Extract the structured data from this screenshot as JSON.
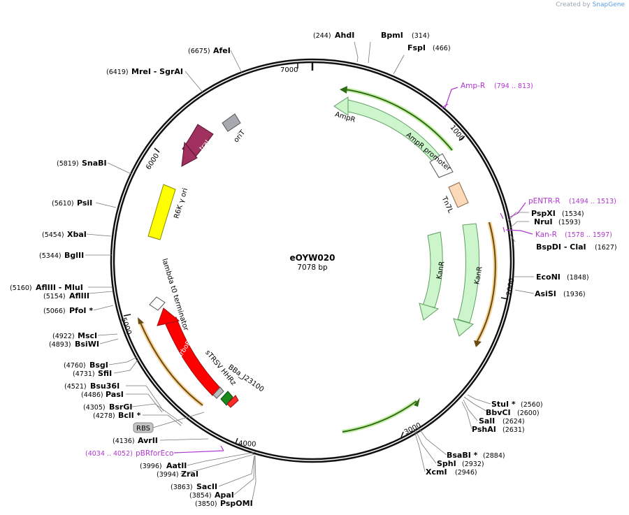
{
  "credit": {
    "prefix": "Created by",
    "brand": "SnapGene"
  },
  "plasmid": {
    "name": "eOYW020",
    "length_label": "7078 bp"
  },
  "ticks": [
    "1000",
    "2000",
    "3000",
    "4000",
    "5000",
    "6000",
    "7000"
  ],
  "sites": [
    {
      "name": "AhdI",
      "pos": "(244)"
    },
    {
      "name": "BpmI",
      "pos": "(314)"
    },
    {
      "name": "FspI",
      "pos": "(466)"
    },
    {
      "name": "PspXI",
      "pos": "(1534)"
    },
    {
      "name": "NruI",
      "pos": "(1593)"
    },
    {
      "name": "BspDI - ClaI",
      "pos": "(1627)"
    },
    {
      "name": "EcoNI",
      "pos": "(1848)"
    },
    {
      "name": "AsiSI",
      "pos": "(1936)"
    },
    {
      "name": "StuI *",
      "pos": "(2560)"
    },
    {
      "name": "BbvCI",
      "pos": "(2600)"
    },
    {
      "name": "SalI",
      "pos": "(2624)"
    },
    {
      "name": "PshAI",
      "pos": "(2631)"
    },
    {
      "name": "BsaBI *",
      "pos": "(2884)"
    },
    {
      "name": "SphI",
      "pos": "(2932)"
    },
    {
      "name": "XcmI",
      "pos": "(2946)"
    },
    {
      "name": "AatII",
      "pos": "(3996)"
    },
    {
      "name": "ZraI",
      "pos": "(3994)"
    },
    {
      "name": "SacII",
      "pos": "(3863)"
    },
    {
      "name": "ApaI",
      "pos": "(3854)"
    },
    {
      "name": "PspOMI",
      "pos": "(3850)"
    },
    {
      "name": "AvrII",
      "pos": "(4136)"
    },
    {
      "name": "BsrGI",
      "pos": "(4305)"
    },
    {
      "name": "BclI *",
      "pos": "(4278)"
    },
    {
      "name": "Bsu36I",
      "pos": "(4521)"
    },
    {
      "name": "PasI",
      "pos": "(4486)"
    },
    {
      "name": "BsgI",
      "pos": "(4760)"
    },
    {
      "name": "SfiI",
      "pos": "(4731)"
    },
    {
      "name": "MscI",
      "pos": "(4922)"
    },
    {
      "name": "BsiWI",
      "pos": "(4893)"
    },
    {
      "name": "AflIII - MluI",
      "pos": "(5160)"
    },
    {
      "name": "AflIII",
      "pos": "(5154)"
    },
    {
      "name": "PfoI *",
      "pos": "(5066)"
    },
    {
      "name": "BglII",
      "pos": "(5344)"
    },
    {
      "name": "XbaI",
      "pos": "(5454)"
    },
    {
      "name": "PsiI",
      "pos": "(5610)"
    },
    {
      "name": "SnaBI",
      "pos": "(5819)"
    },
    {
      "name": "MreI - SgrAI",
      "pos": "(6419)"
    },
    {
      "name": "AfeI",
      "pos": "(6675)"
    }
  ],
  "primers": [
    {
      "name": "Amp-R",
      "pos": "(794 .. 813)"
    },
    {
      "name": "pENTR-R",
      "pos": "(1494 .. 1513)"
    },
    {
      "name": "Kan-R",
      "pos": "(1578 .. 1597)"
    },
    {
      "name": "pBRforEco",
      "pos": "(4034 .. 4052)"
    }
  ],
  "features": {
    "ampr": "AmpR",
    "ampr_promoter": "AmpR promoter",
    "tn7l": "Tn7L",
    "kanr_1": "KanR",
    "kanr_2": "KanR",
    "lambda_t0": "lambda t0 terminator",
    "turborfp": "TurboRFP",
    "strsv": "sTRSV HHRz",
    "bba": "BBa_J23100",
    "rbs": "RBS",
    "r6k": "R6K γ ori",
    "traj": "traJ",
    "orit": "oriT"
  },
  "colors": {
    "backbone": "#111111",
    "ampr": "#ccf5cc",
    "kanr": "#ccf5cc",
    "tn7l": "#fcd9b8",
    "turborfp": "#ff0000",
    "r6k": "#ffff00",
    "traj": "#a0305e",
    "orit": "#a6a9b0",
    "bba": "#1a8a1a",
    "rbs": "#c4c4c4",
    "orf": "#e2a640",
    "primer": "#b036d0",
    "feature_outline": "#5f9e5f"
  }
}
